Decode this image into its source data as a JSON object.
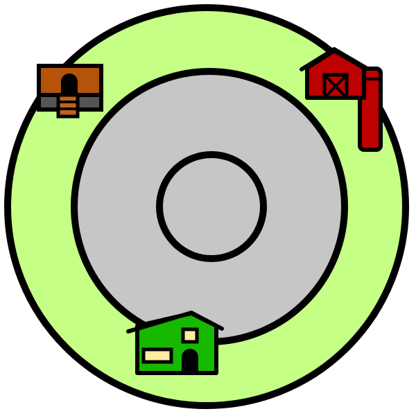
{
  "board": {
    "colors": {
      "outline": "#000000",
      "grass": "#c6ff86",
      "road": "#c6c6c6",
      "center": "#c6c6c6"
    }
  },
  "buildings": [
    {
      "id": "shed",
      "icon": "shed-icon",
      "colors": {
        "roof": "#b45309",
        "base": "#555555",
        "door": "#000000",
        "steps": "#c2621a"
      }
    },
    {
      "id": "barn",
      "icon": "barn-icon",
      "colors": {
        "body": "#bd0000",
        "silo": "#bd0000",
        "trim": "#000000"
      }
    },
    {
      "id": "house",
      "icon": "house-icon",
      "colors": {
        "body": "#16b800",
        "window": "#ffeca0",
        "door": "#000000"
      }
    }
  ]
}
